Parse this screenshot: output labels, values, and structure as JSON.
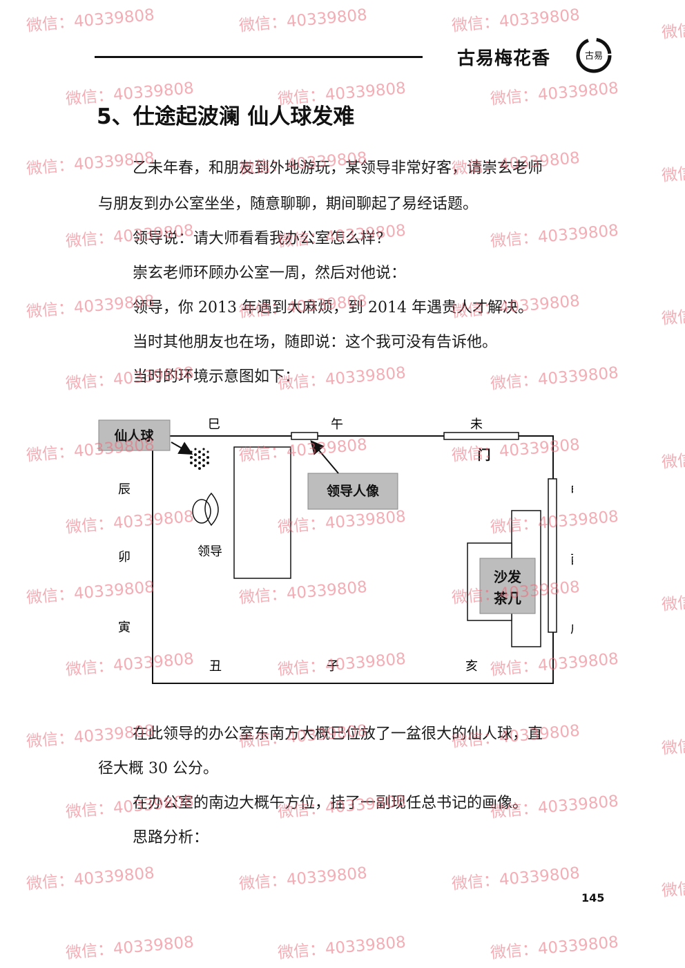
{
  "header": {
    "book_title": "古易梅花香",
    "logo_text": "古易"
  },
  "chapter": {
    "title": "5、仕途起波澜  仙人球发难"
  },
  "paragraphs": {
    "p1_line1": "乙未年春，和朋友到外地游玩，某领导非常好客，请崇玄老师",
    "p1_line2": "与朋友到办公室坐坐，随意聊聊，期间聊起了易经话题。",
    "p2": "领导说：请大师看看我办公室怎么样？",
    "p3": "崇玄老师环顾办公室一周，然后对他说：",
    "p4": "领导，你 2013 年遇到大麻烦，到 2014 年遇贵人才解决。",
    "p5": "当时其他朋友也在场，随即说：这个我可没有告诉他。",
    "p6": "当时的环境示意图如下：",
    "p7_line1": "在此领导的办公室东南方大概巳位放了一盆很大的仙人球，直",
    "p7_line2": "径大概 30 公分。",
    "p8": "在办公室的南边大概午方位，挂了一副现任总书记的画像。",
    "p9": "思路分析："
  },
  "diagram": {
    "label_cactus": "仙人球",
    "label_portrait": "领导人像",
    "label_door": "门",
    "label_leader": "领导",
    "label_sofa_line1": "沙发",
    "label_sofa_line2": "茶几",
    "dir_si": "巳",
    "dir_wu": "午",
    "dir_wei": "未",
    "dir_chen": "辰",
    "dir_mao": "卯",
    "dir_yin": "寅",
    "dir_shen": "申",
    "dir_you": "酉",
    "dir_xu": "戌",
    "dir_chou": "丑",
    "dir_zi": "子",
    "dir_hai": "亥"
  },
  "footer": {
    "page_number": "145"
  },
  "watermark": {
    "text": "微信：40339808",
    "edge_text": "微信"
  },
  "colors": {
    "label_box_gray": "#bdbdbd",
    "watermark_pink": "#ec6978"
  }
}
